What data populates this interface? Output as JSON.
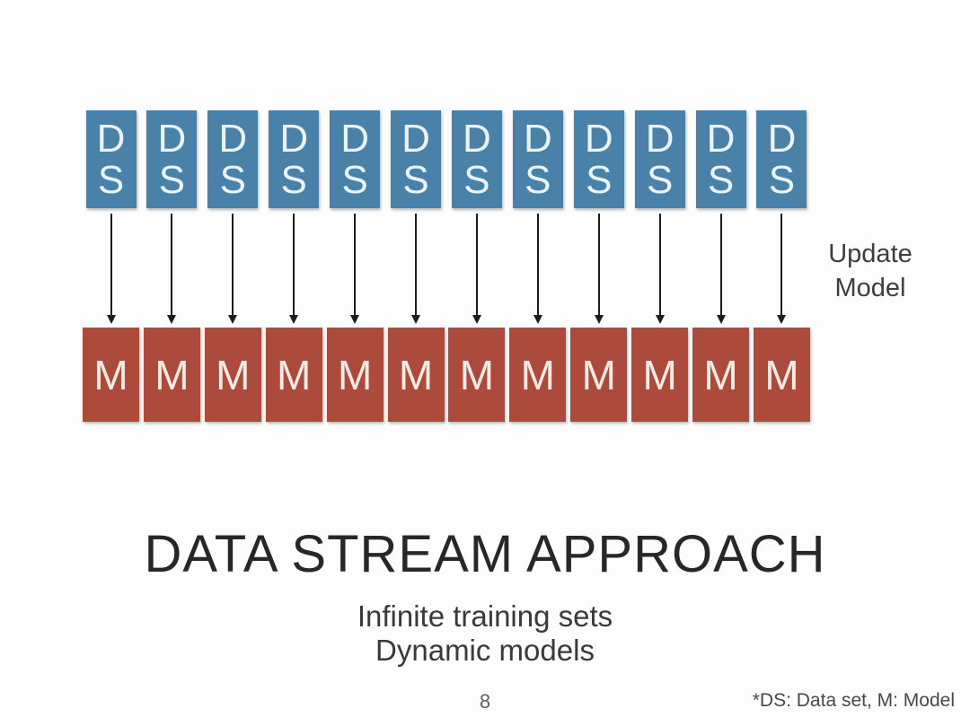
{
  "slide": {
    "title": "DATA STREAM APPROACH",
    "subtitle": "Infinite training sets\nDynamic models",
    "update_label": "Update\nModel",
    "page_number": "8",
    "footnote": "*DS: Data set, M: Model"
  },
  "diagram": {
    "stream_count": 12,
    "dataset_letters": [
      "D",
      "S"
    ],
    "model_letter": "M",
    "colors": {
      "dataset_box": "#4a81a9",
      "dataset_text": "#e9f3f8",
      "model_box": "#ac4a3c",
      "model_text": "#f3eae4",
      "arrow": "#1c1c1c"
    }
  }
}
